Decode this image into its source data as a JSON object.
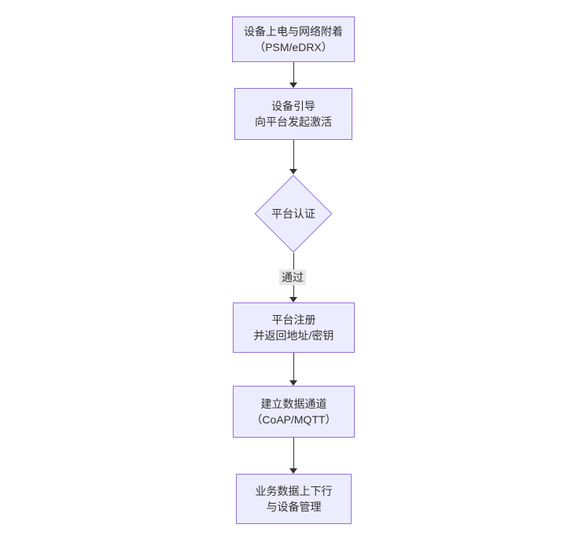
{
  "diagram": {
    "type": "flowchart",
    "direction": "top-down",
    "nodes": [
      {
        "id": "power-attach",
        "shape": "rect",
        "line1": "设备上电与网络附着",
        "line2": "（PSM/eDRX）"
      },
      {
        "id": "bootstrap-activate",
        "shape": "rect",
        "line1": "设备引导",
        "line2": "向平台发起激活"
      },
      {
        "id": "platform-auth",
        "shape": "diamond",
        "line1": "平台认证"
      },
      {
        "id": "platform-register",
        "shape": "rect",
        "line1": "平台注册",
        "line2": "并返回地址/密钥"
      },
      {
        "id": "data-channel",
        "shape": "rect",
        "line1": "建立数据通道",
        "line2": "（CoAP/MQTT）"
      },
      {
        "id": "business-data",
        "shape": "rect",
        "line1": "业务数据上下行",
        "line2": "与设备管理"
      }
    ],
    "edges": [
      {
        "from": "power-attach",
        "to": "bootstrap-activate",
        "label": ""
      },
      {
        "from": "bootstrap-activate",
        "to": "platform-auth",
        "label": ""
      },
      {
        "from": "platform-auth",
        "to": "platform-register",
        "label": "通过"
      },
      {
        "from": "platform-register",
        "to": "data-channel",
        "label": ""
      },
      {
        "from": "data-channel",
        "to": "business-data",
        "label": ""
      }
    ],
    "colors": {
      "node_fill": "#ECECFF",
      "node_border": "#9370DB",
      "text": "#333333",
      "edge_line": "#333333",
      "edge_label_bg": "#e8e8e8",
      "background": "#ffffff"
    }
  }
}
